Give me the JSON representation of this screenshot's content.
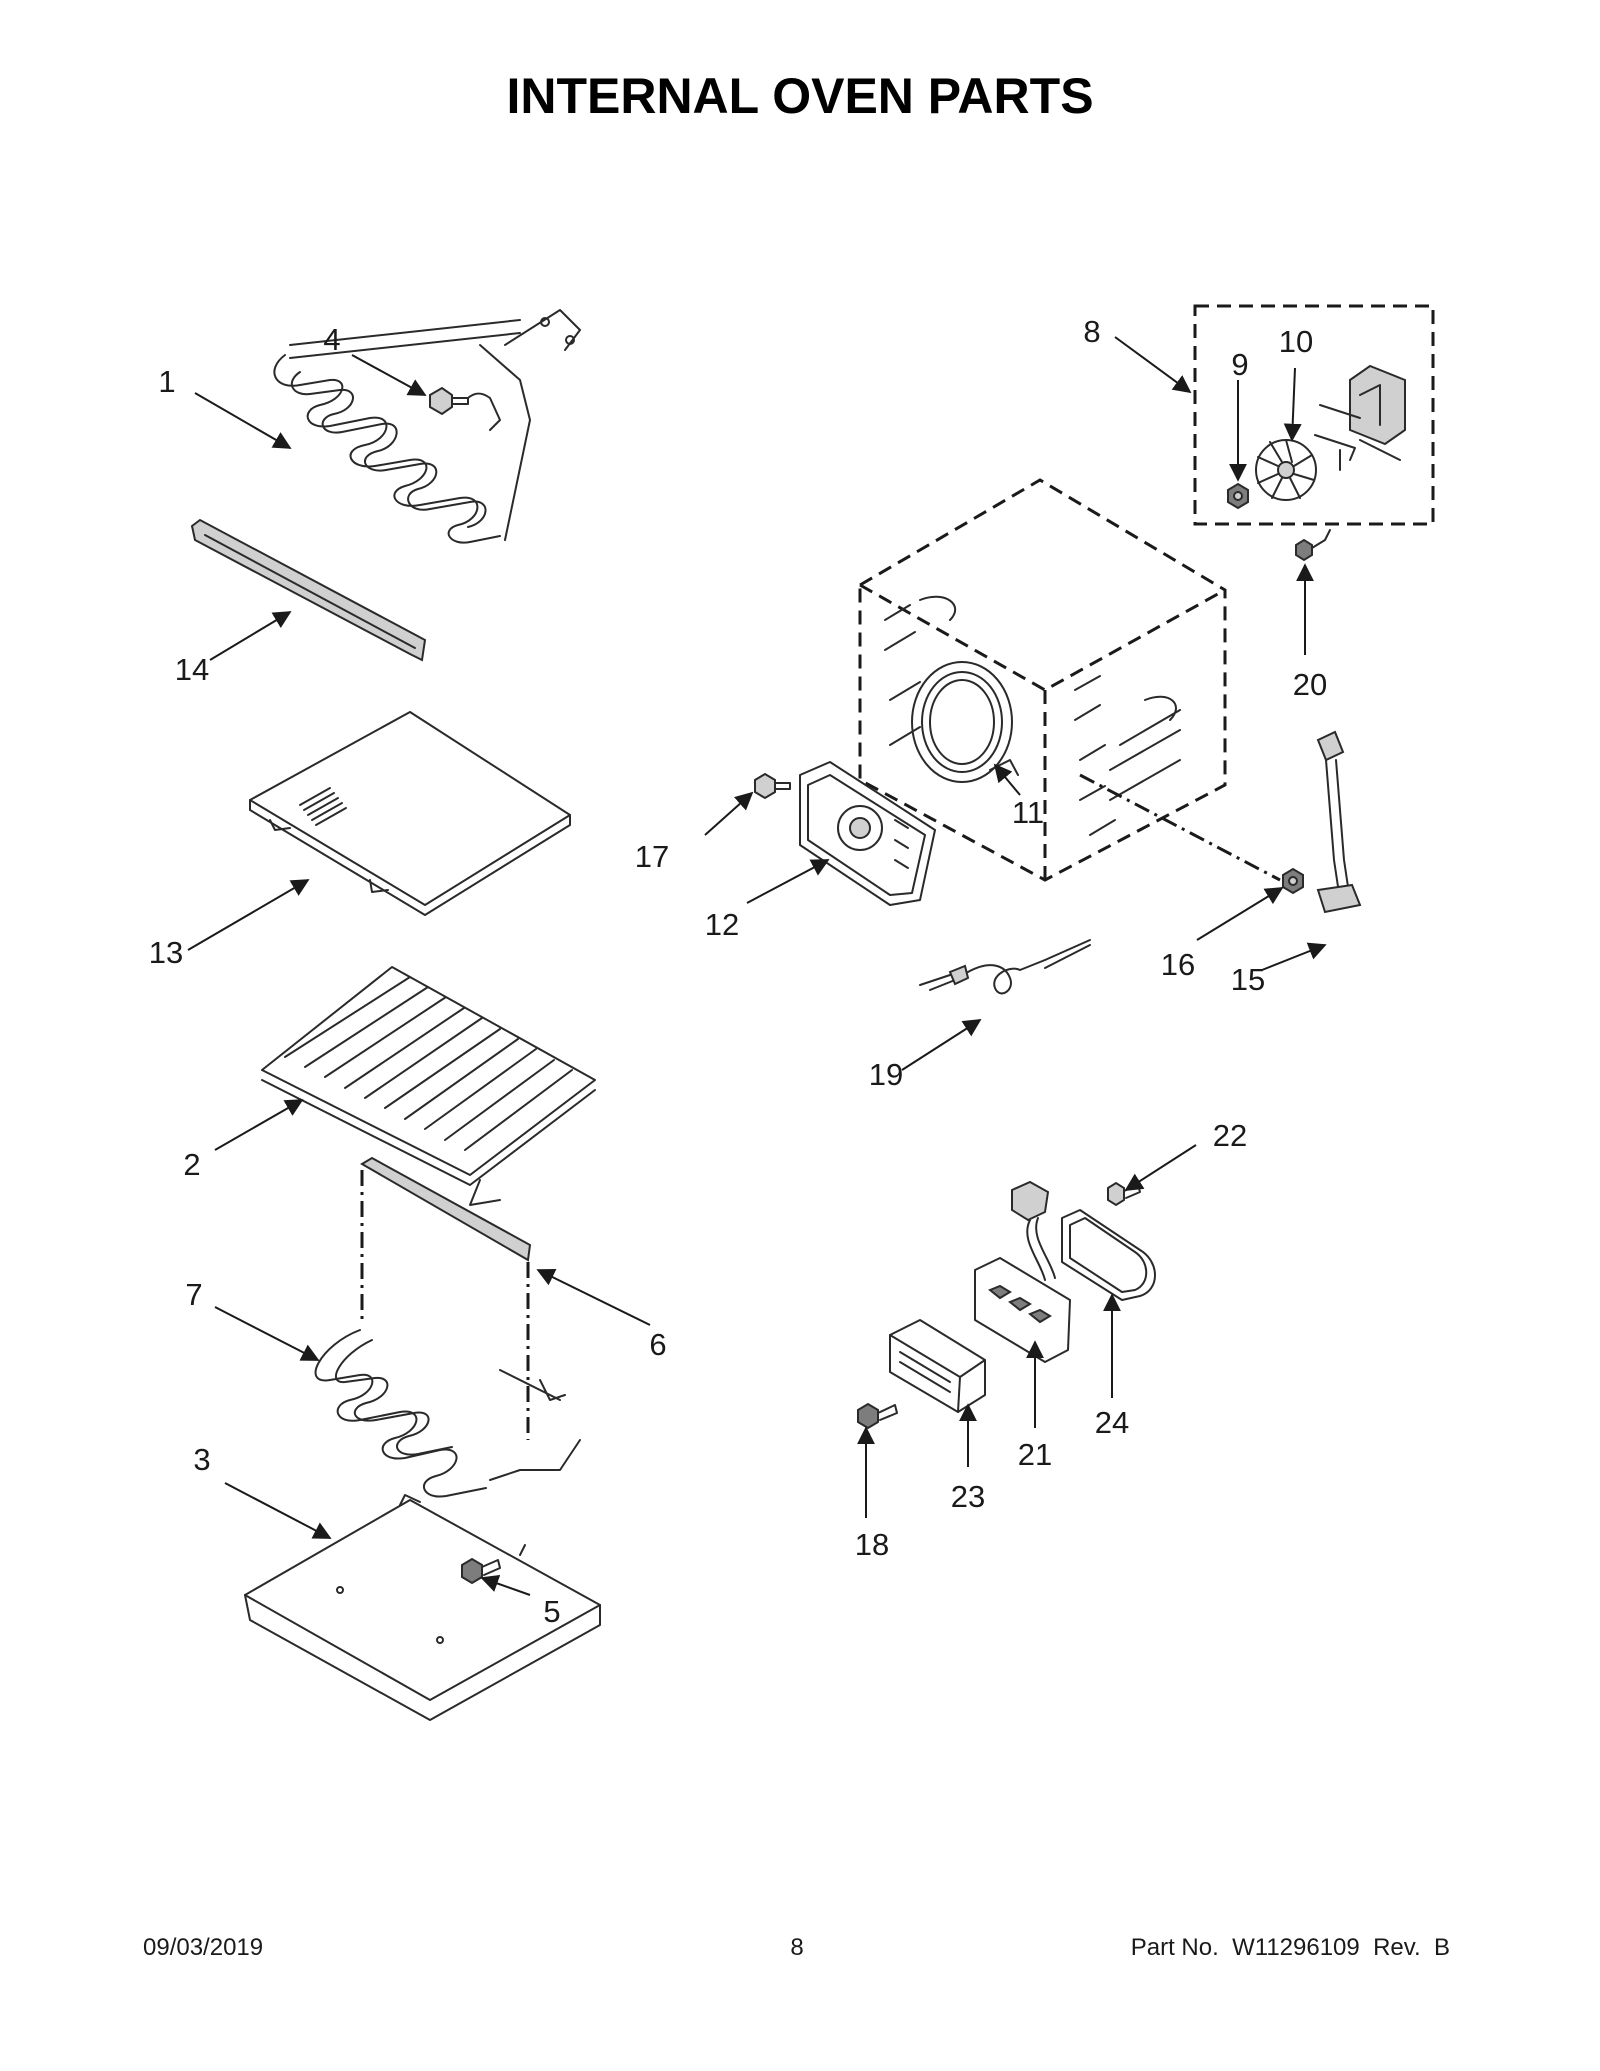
{
  "title": "INTERNAL OVEN PARTS",
  "footer": {
    "date": "09/03/2019",
    "page": "8",
    "part_no": "Part No.  W11296109  Rev.  B"
  },
  "callouts": {
    "c1": "1",
    "c2": "2",
    "c3": "3",
    "c4": "4",
    "c5": "5",
    "c6": "6",
    "c7": "7",
    "c8": "8",
    "c9": "9",
    "c10": "10",
    "c11": "11",
    "c12": "12",
    "c13": "13",
    "c14": "14",
    "c15": "15",
    "c16": "16",
    "c17": "17",
    "c18": "18",
    "c19": "19",
    "c20": "20",
    "c21": "21",
    "c22": "22",
    "c23": "23",
    "c24": "24"
  },
  "colors": {
    "ink": "#1a1a1a",
    "fill": "#d0d0d0",
    "dark": "#7d7d7d"
  }
}
